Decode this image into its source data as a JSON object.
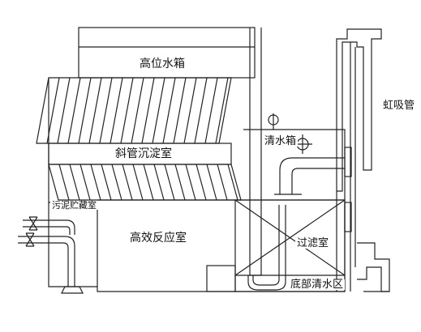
{
  "labels": {
    "high_tank": "高位水箱",
    "inclined_tube": "斜管沉淀室",
    "reaction": "高效反应室",
    "sludge": "污泥贮藏室",
    "clear_tank": "清水箱",
    "filter": "过滤室",
    "bottom_clear": "底部清水区",
    "siphon": "虹吸管"
  },
  "colors": {
    "line": "#222222",
    "background": "#ffffff"
  }
}
